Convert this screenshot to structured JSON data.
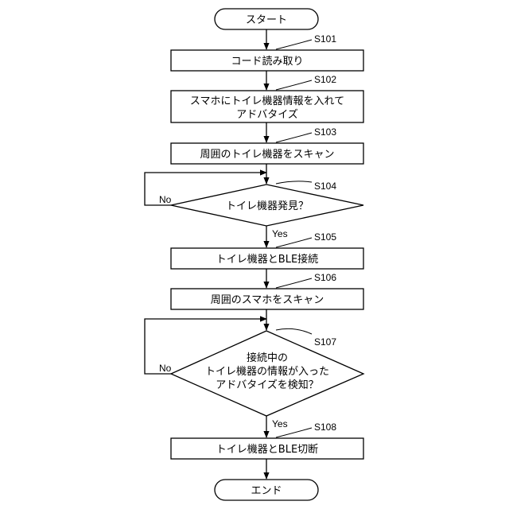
{
  "flowchart": {
    "start": "スタート",
    "end": "エンド",
    "steps": [
      {
        "id": "S101",
        "lines": [
          "コード読み取り"
        ]
      },
      {
        "id": "S102",
        "lines": [
          "スマホにトイレ機器情報を入れて",
          "アドバタイズ"
        ]
      },
      {
        "id": "S103",
        "lines": [
          "周囲のトイレ機器をスキャン"
        ]
      },
      {
        "id": "S104",
        "lines": [
          "トイレ機器発見？"
        ]
      },
      {
        "id": "S105",
        "lines": [
          "トイレ機器とBLE接続"
        ]
      },
      {
        "id": "S106",
        "lines": [
          "周囲のスマホをスキャン"
        ]
      },
      {
        "id": "S107",
        "lines": [
          "接続中の",
          "トイレ機器の情報が入った",
          "アドバタイズを検知？"
        ]
      },
      {
        "id": "S108",
        "lines": [
          "トイレ機器とBLE切断"
        ]
      }
    ],
    "branch_yes": "Yes",
    "branch_no": "No"
  }
}
